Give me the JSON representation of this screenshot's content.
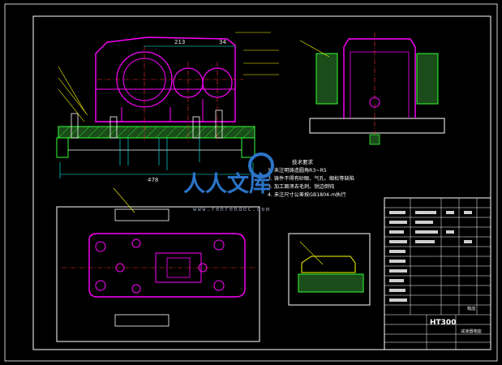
{
  "dimensions": {
    "d1": "213",
    "d2": "34",
    "d3": "478"
  },
  "tech_notes": {
    "title": "技术要求",
    "lines": [
      "1. 未注明铸造圆角R3~R5",
      "2. 铸件不得有砂眼、气孔、缩松等缺陷",
      "3. 加工面须去毛刺、锐边倒钝",
      "4. 未注尺寸公差按GB1804-m执行"
    ]
  },
  "title_block": {
    "material": "HT300",
    "part_label": "箱座",
    "name_label": "减速器箱座"
  },
  "watermark": {
    "text": "人人文库",
    "url": "www.renrendoc.com"
  },
  "colors": {
    "background": "#000000",
    "outline": "#ffffff",
    "part": "#ff00ff",
    "centerline": "#ff3030",
    "hatch": "#33ff33",
    "dimension": "#00ffff",
    "leader": "#ffff00",
    "table_line": "#ffffff"
  }
}
